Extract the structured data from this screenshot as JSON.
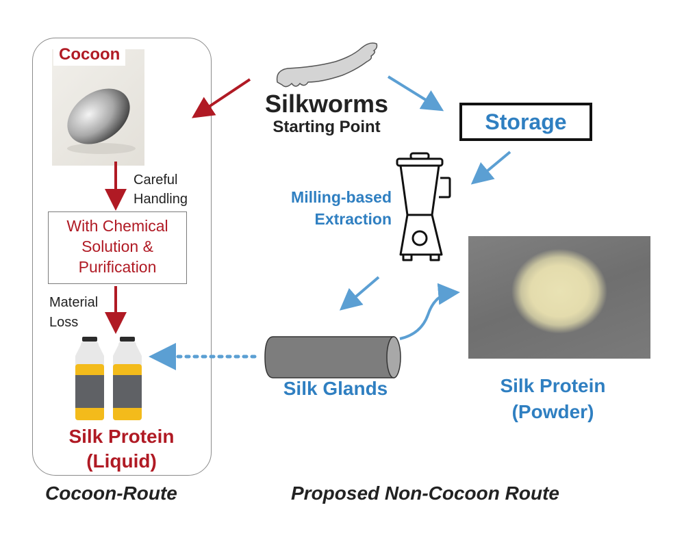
{
  "colors": {
    "cocoon_route_red": "#b01a24",
    "non_cocoon_blue": "#2f7fc1",
    "bottle_liquid_yellow": "#f3bb1b",
    "gland_gray": "#7d7d7d",
    "powder_color": "#e6deae"
  },
  "cocoon_route": {
    "cocoon_label": "Cocoon",
    "step1_note": "Careful\nHandling",
    "process_box": "With Chemical Solution & Purification",
    "step2_note": "Material\nLoss",
    "product_label_line1": "Silk Protein",
    "product_label_line2": "(Liquid)",
    "route_title": "Cocoon-Route"
  },
  "start": {
    "title": "Silkworms",
    "subtitle": "Starting Point"
  },
  "non_cocoon_route": {
    "storage_label": "Storage",
    "extraction_line1": "Milling-based",
    "extraction_line2": "Extraction",
    "glands_label": "Silk Glands",
    "product_label_line1": "Silk Protein",
    "product_label_line2": "(Powder)",
    "route_title": "Proposed Non-Cocoon Route"
  },
  "icons": [
    "silkworm-icon",
    "cocoon-image",
    "bottle-icon",
    "blender-icon",
    "silk-gland-cylinder",
    "powder-image"
  ]
}
